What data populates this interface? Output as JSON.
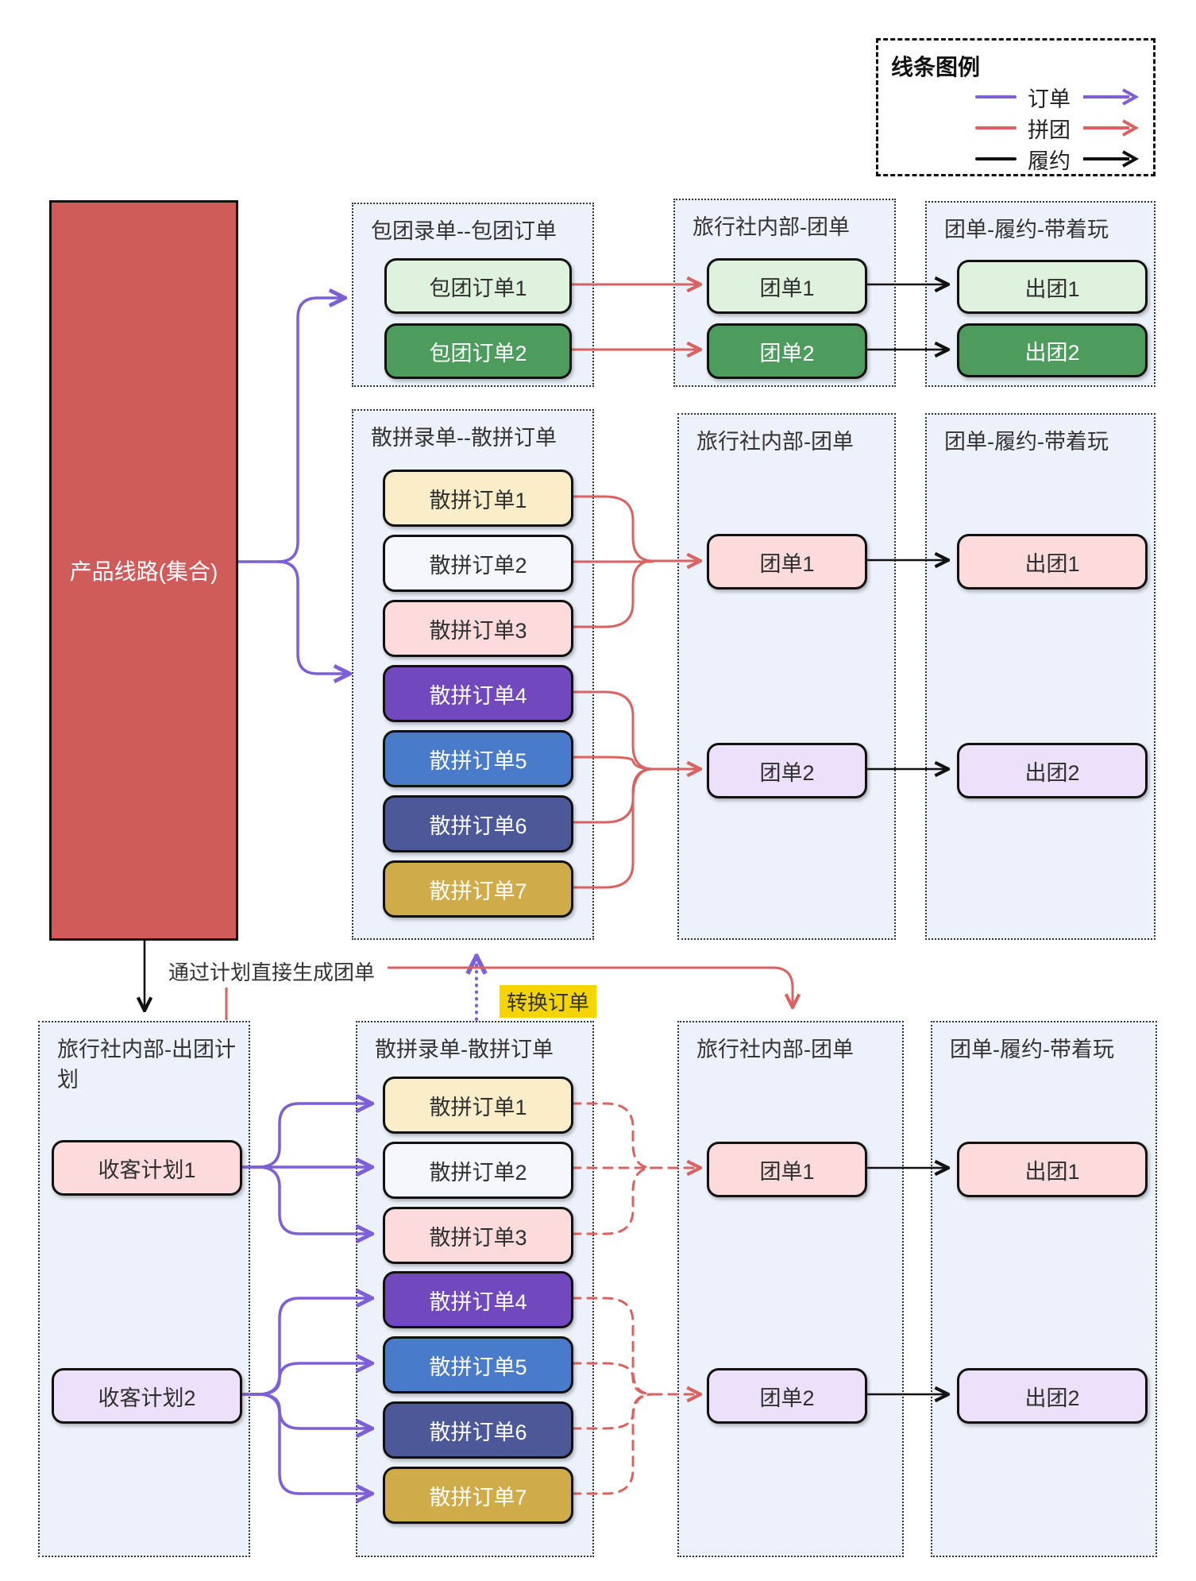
{
  "legend": {
    "title": "线条图例",
    "items": [
      {
        "label": "订单",
        "color": "#7D5FD8"
      },
      {
        "label": "拼团",
        "color": "#D96262"
      },
      {
        "label": "履约",
        "color": "#111111"
      }
    ]
  },
  "root": {
    "label": "产品线路(集合)"
  },
  "annotations": {
    "generate": "通过计划直接生成团单",
    "convert": "转换订单"
  },
  "groups": {
    "baotuan": {
      "title": "包团录单--包团订单",
      "nodes": [
        {
          "label": "包团订单1"
        },
        {
          "label": "包团订单2"
        }
      ]
    },
    "tuandan_top": {
      "title": "旅行社内部-团单",
      "nodes": [
        {
          "label": "团单1"
        },
        {
          "label": "团单2"
        }
      ]
    },
    "lvyue_top": {
      "title": "团单-履约-带着玩",
      "nodes": [
        {
          "label": "出团1"
        },
        {
          "label": "出团2"
        }
      ]
    },
    "sanpin_mid": {
      "title": "散拼录单--散拼订单",
      "nodes": [
        {
          "label": "散拼订单1"
        },
        {
          "label": "散拼订单2"
        },
        {
          "label": "散拼订单3"
        },
        {
          "label": "散拼订单4"
        },
        {
          "label": "散拼订单5"
        },
        {
          "label": "散拼订单6"
        },
        {
          "label": "散拼订单7"
        }
      ]
    },
    "tuandan_mid": {
      "title": "旅行社内部-团单",
      "nodes": [
        {
          "label": "团单1"
        },
        {
          "label": "团单2"
        }
      ]
    },
    "lvyue_mid": {
      "title": "团单-履约-带着玩",
      "nodes": [
        {
          "label": "出团1"
        },
        {
          "label": "出团2"
        }
      ]
    },
    "plans": {
      "title": "旅行社内部-出团计划",
      "nodes": [
        {
          "label": "收客计划1"
        },
        {
          "label": "收客计划2"
        }
      ]
    },
    "sanpin_bottom": {
      "title": "散拼录单-散拼订单",
      "nodes": [
        {
          "label": "散拼订单1"
        },
        {
          "label": "散拼订单2"
        },
        {
          "label": "散拼订单3"
        },
        {
          "label": "散拼订单4"
        },
        {
          "label": "散拼订单5"
        },
        {
          "label": "散拼订单6"
        },
        {
          "label": "散拼订单7"
        }
      ]
    },
    "tuandan_bottom": {
      "title": "旅行社内部-团单",
      "nodes": [
        {
          "label": "团单1"
        },
        {
          "label": "团单2"
        }
      ]
    },
    "lvyue_bottom": {
      "title": "团单-履约-带着玩",
      "nodes": [
        {
          "label": "出团1"
        },
        {
          "label": "出团2"
        }
      ]
    }
  },
  "colors": {
    "root_bg": "#D05B5B",
    "group_bg": "#EDF1FA",
    "order_line": "#7D5FD8",
    "pin_line": "#D96262",
    "fulfill_line": "#111111",
    "highlight": "#F5D500",
    "light_green": "#DFF2DD",
    "dark_green": "#4D9C5E",
    "cream": "#FAEECA",
    "white_blue": "#F4F8FD",
    "pink": "#FBDBDB",
    "purple": "#7248BE",
    "blue": "#4A7ACA",
    "slate_blue": "#4D5899",
    "gold": "#D0AB4A",
    "lavender": "#ECE0FA"
  }
}
